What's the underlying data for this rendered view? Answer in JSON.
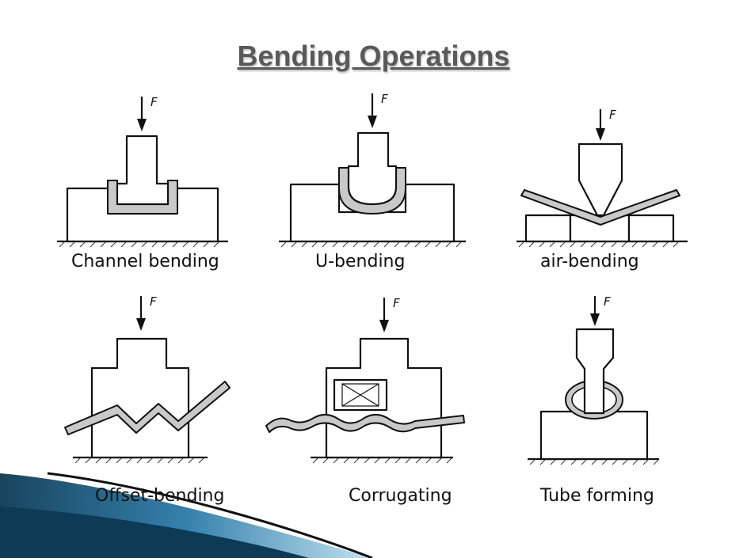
{
  "title": "Bending Operations",
  "force_label": "F",
  "operations": [
    {
      "caption": "Channel bending"
    },
    {
      "caption": "U-bending"
    },
    {
      "caption": "air-bending"
    },
    {
      "caption": "Offset-bending"
    },
    {
      "caption": "Corrugating"
    },
    {
      "caption": "Tube forming"
    }
  ],
  "colors": {
    "title": "#595959",
    "sheet": "#c9c9c9",
    "accent_dark": "#0d3a55",
    "accent_mid": "#2a7aa8",
    "accent_light": "#bfe0f0"
  }
}
